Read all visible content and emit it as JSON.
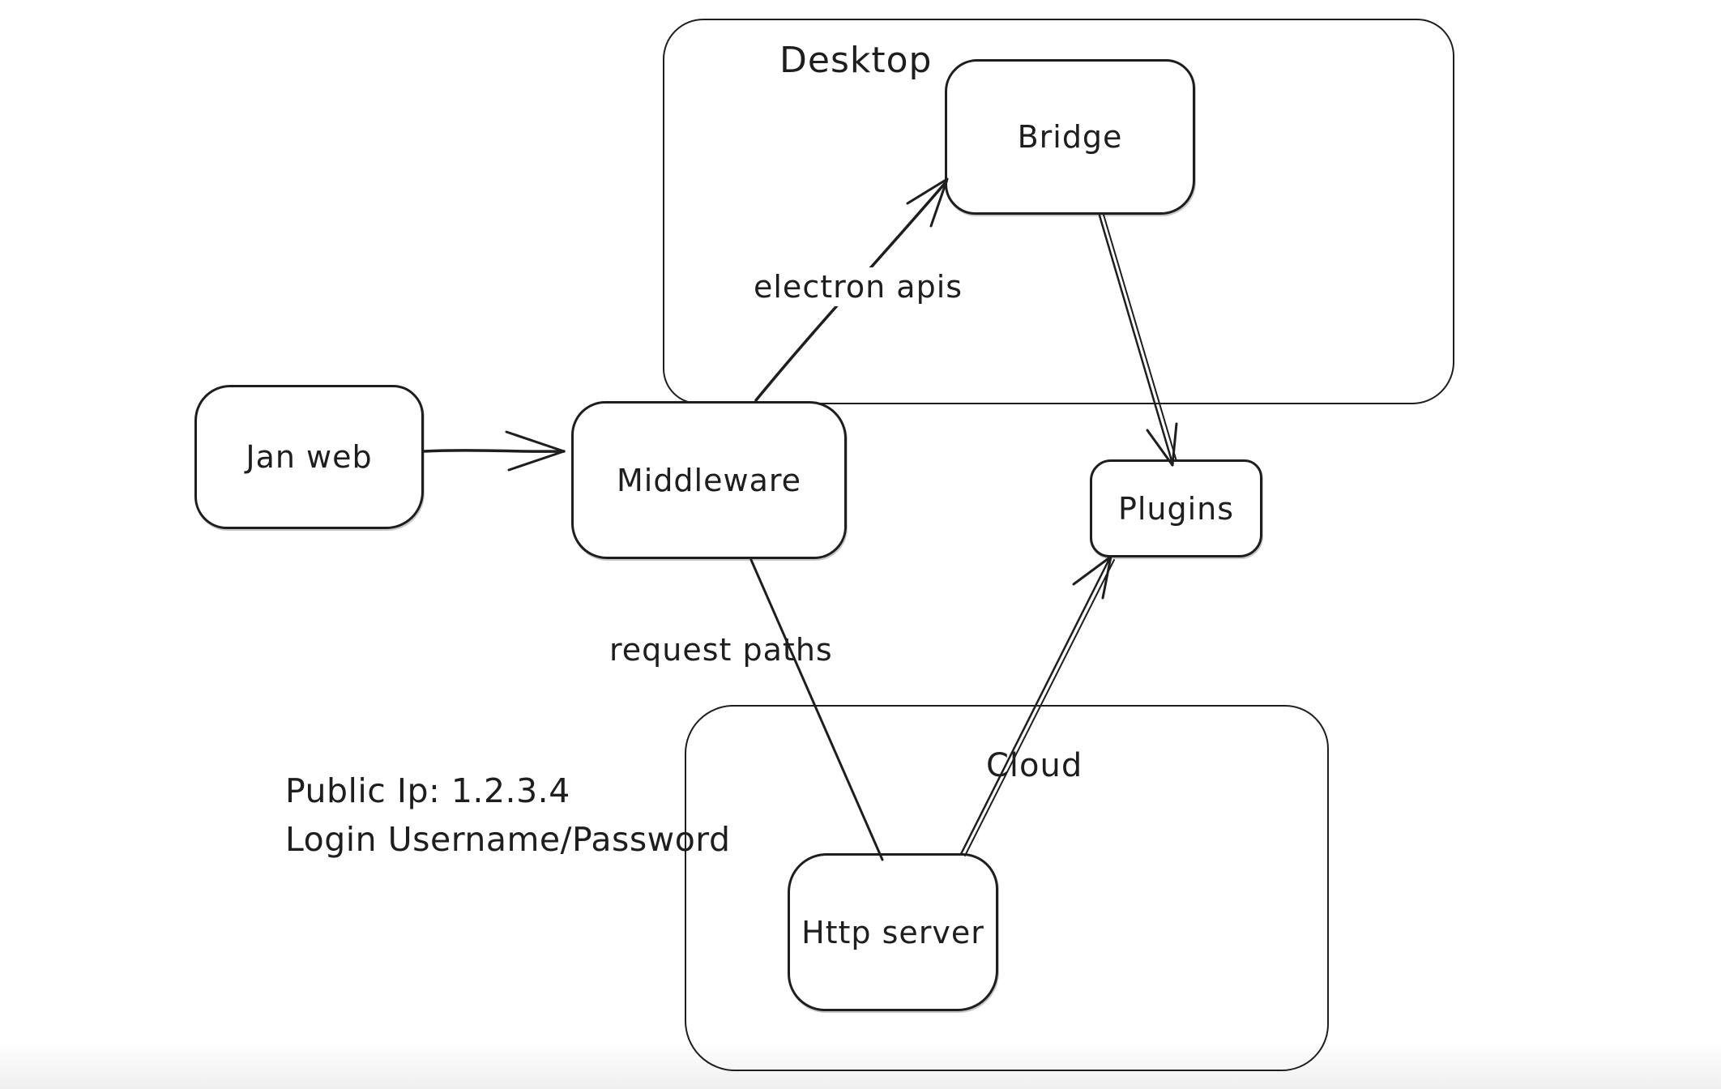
{
  "diagram": {
    "background": "#ffffff",
    "stroke_color": "#1e1e1e",
    "bottom_fade_color": "#efefef",
    "containers": {
      "desktop": {
        "label": "Desktop"
      },
      "cloud": {
        "label": "Cloud"
      }
    },
    "nodes": {
      "jan_web": {
        "label": "Jan web"
      },
      "middleware": {
        "label": "Middleware"
      },
      "bridge": {
        "label": "Bridge"
      },
      "plugins": {
        "label": "Plugins"
      },
      "http_server": {
        "label": "Http server"
      }
    },
    "edges": {
      "jan_web_to_middleware": {
        "from": "Jan web",
        "to": "Middleware",
        "label": "",
        "arrow": "to"
      },
      "middleware_to_bridge": {
        "from": "Middleware",
        "to": "Bridge",
        "label": "electron apis",
        "arrow": "to"
      },
      "bridge_to_plugins": {
        "from": "Bridge",
        "to": "Plugins",
        "label": "",
        "arrow": "to"
      },
      "middleware_to_http_server": {
        "from": "Middleware",
        "to": "Http server",
        "label": "request paths",
        "arrow": "none"
      },
      "http_server_to_plugins": {
        "from": "Http server",
        "to": "Plugins",
        "label": "",
        "arrow": "to"
      }
    },
    "annotations": {
      "credentials": {
        "line1": "Public Ip: 1.2.3.4",
        "line2": "Login Username/Password"
      }
    }
  }
}
